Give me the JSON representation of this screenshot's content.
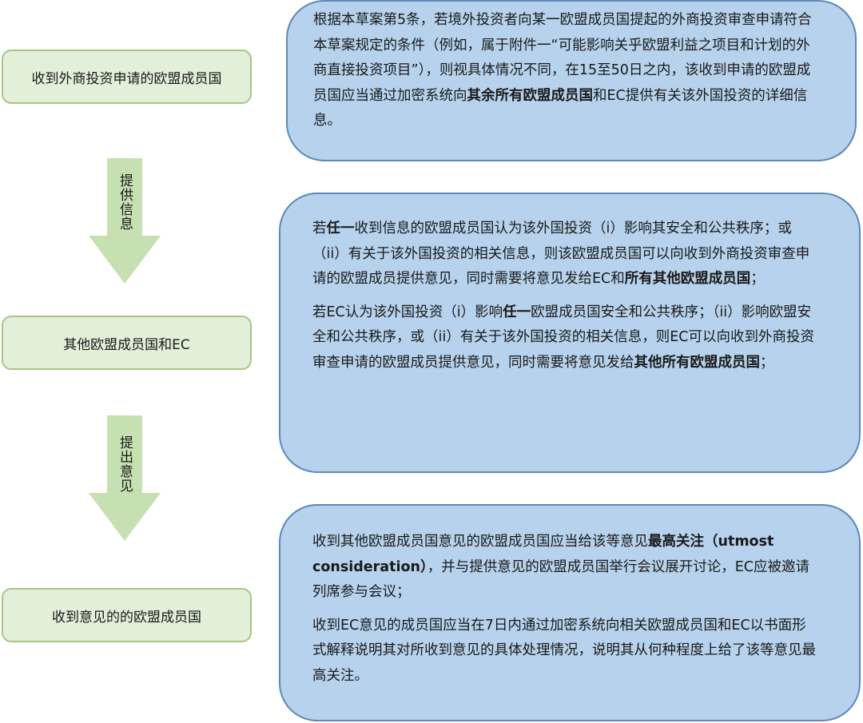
{
  "flow": {
    "step1": "收到外商投资申请的欧盟成员国",
    "arrow1": "提供信息",
    "step2": "其他欧盟成员国和EC",
    "arrow2": "提出意见",
    "step3": "收到意见的的欧盟成员国"
  },
  "notes": {
    "note1": {
      "p1_a": "根据本草案第5条，若境外投资者向某一欧盟成员国提起的外商投资审查申请符合本草案规定的条件（例如，属于附件一“可能影响关乎欧盟利益之项目和计划的外商直接投资项目”），则视具体情况不同，在15至50日之内，该收到申请的欧盟成员国应当通过加密系统向",
      "p1_b": "其余所有欧盟成员国",
      "p1_c": "和EC提供有关该外国投资的详细信息。"
    },
    "note2": {
      "p1_a": "若",
      "p1_b": "任一",
      "p1_c": "收到信息的欧盟成员国认为该外国投资（i）影响其安全和公共秩序；或（ii）有关于该外国投资的相关信息，则该欧盟成员国可以向收到外商投资审查申请的欧盟成员提供意见，同时需要将意见发给EC和",
      "p1_d": "所有其他欧盟成员国",
      "p1_e": "；",
      "p2_a": "若EC认为该外国投资（i）影响",
      "p2_b": "任一",
      "p2_c": "欧盟成员国安全和公共秩序；（ii）影响欧盟安全和公共秩序，或（ii）有关于该外国投资的相关信息，则EC可以向收到外商投资审查申请的欧盟成员提供意见，同时需要将意见发给",
      "p2_d": "其他所有欧盟成员国",
      "p2_e": "；"
    },
    "note3": {
      "p1_a": "收到其他欧盟成员国意见的欧盟成员国应当给该等意见",
      "p1_b": "最高关注（utmost consideration）",
      "p1_c": "，并与提供意见的欧盟成员国举行会议展开讨论，EC应被邀请列席参与会议；",
      "p2": "收到EC意见的成员国应当在7日内通过加密系统向相关欧盟成员国和EC以书面形式解释说明其对所收到意见的具体处理情况，说明其从何种程度上给了该等意见最高关注。"
    }
  },
  "colors": {
    "step_fill": "#e2efd9",
    "step_border": "#a7c686",
    "arrow_fill": "#c7e0b1",
    "note_fill": "#b7d2ec",
    "note_border": "#5d88b8"
  }
}
